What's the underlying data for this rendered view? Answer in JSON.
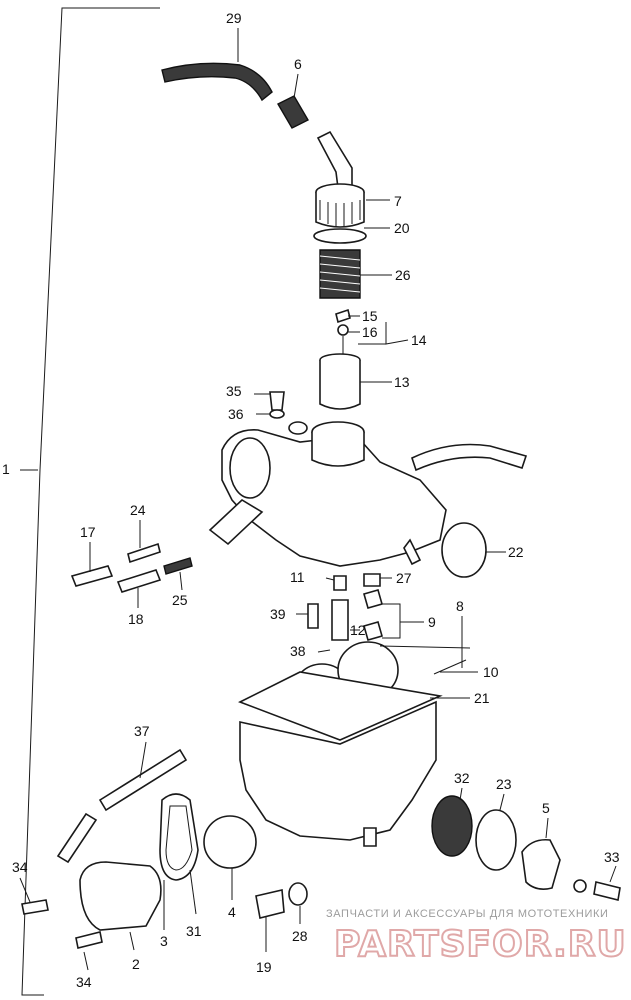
{
  "labels": {
    "p1": "1",
    "p2": "2",
    "p3": "3",
    "p4": "4",
    "p5": "5",
    "p6": "6",
    "p7": "7",
    "p8": "8",
    "p9": "9",
    "p10": "10",
    "p11": "11",
    "p12": "12",
    "p13": "13",
    "p14": "14",
    "p15": "15",
    "p16": "16",
    "p17": "17",
    "p18": "18",
    "p19": "19",
    "p20": "20",
    "p21": "21",
    "p22": "22",
    "p23": "23",
    "p24": "24",
    "p25": "25",
    "p26": "26",
    "p27": "27",
    "p28": "28",
    "p29": "29",
    "p31": "31",
    "p32": "32",
    "p33": "33",
    "p34a": "34",
    "p34b": "34",
    "p35": "35",
    "p36": "36",
    "p37": "37",
    "p38": "38",
    "p39": "39"
  },
  "watermark": {
    "caption": "ЗАПЧАСТИ И АКСЕССУАРЫ ДЛЯ МОТОТЕХНИКИ",
    "brand": "PARTSFOR.RU"
  }
}
